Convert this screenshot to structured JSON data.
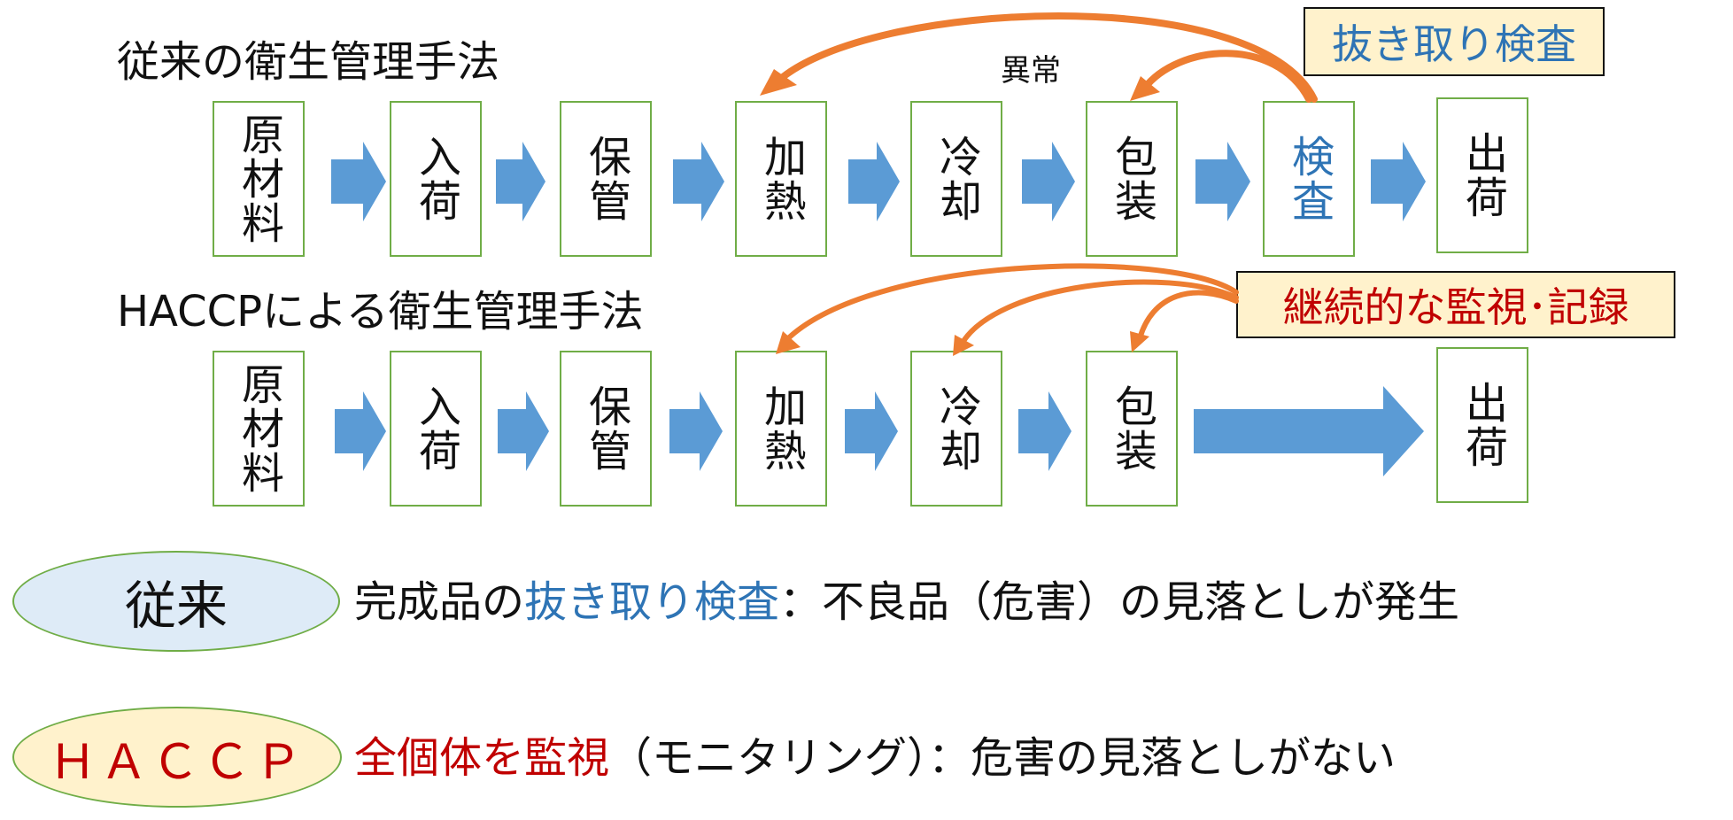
{
  "colors": {
    "box_border": "#70ad47",
    "flow_arrow": "#5b9bd5",
    "feedback_arrow": "#ed7d31",
    "callout_fill": "#fff2cc",
    "blue_text": "#2e74b5",
    "red_text": "#c00000",
    "ellipse_traditional_fill": "#deebf7",
    "ellipse_haccp_fill": "#fff2cc"
  },
  "traditional": {
    "title": "従来の衛生管理手法",
    "steps": [
      "原材料",
      "入荷",
      "保管",
      "加熱",
      "冷却",
      "包装",
      "検査",
      "出荷"
    ],
    "abnormal_label": "異常",
    "callout": "抜き取り検査"
  },
  "haccp": {
    "title": "HACCPによる衛生管理手法",
    "steps": [
      "原材料",
      "入荷",
      "保管",
      "加熱",
      "冷却",
      "包装",
      "出荷"
    ],
    "callout": "継続的な監視･記録"
  },
  "summary": {
    "traditional": {
      "badge": "従来",
      "prefix": "完成品の",
      "highlight": "抜き取り検査",
      "rest": "：不良品（危害）の見落としが発生"
    },
    "haccp": {
      "badge": "ＨＡＣＣＰ",
      "highlight": "全個体を監視",
      "rest": "（モニタリング）：危害の見落としがない"
    }
  }
}
